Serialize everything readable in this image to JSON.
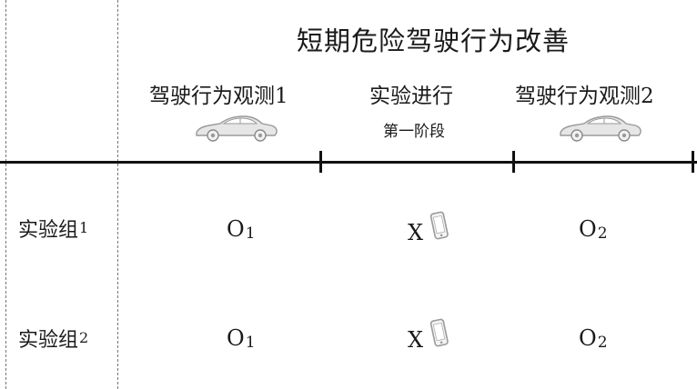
{
  "diagram": {
    "title": "短期危险驾驶行为改善",
    "phases": [
      {
        "label": "驾驶行为观测",
        "num": "1",
        "icon": "car-icon"
      },
      {
        "label": "实验进行",
        "sub": "第一阶段",
        "icon": null
      },
      {
        "label": "驾驶行为观测",
        "num": "2",
        "icon": "car-icon"
      }
    ],
    "groups": [
      {
        "label": "实验组",
        "num": "1",
        "cells": [
          {
            "letter": "O",
            "sub": "1"
          },
          {
            "letter": "X",
            "icon": "smartphone-icon"
          },
          {
            "letter": "O",
            "sub": "2"
          }
        ]
      },
      {
        "label": "实验组",
        "num": "2",
        "cells": [
          {
            "letter": "O",
            "sub": "1"
          },
          {
            "letter": "X",
            "icon": "smartphone-icon"
          },
          {
            "letter": "O",
            "sub": "2"
          }
        ]
      }
    ],
    "colors": {
      "line": "#111111",
      "icon": "#9a9a9a",
      "divider": "#777777"
    }
  }
}
